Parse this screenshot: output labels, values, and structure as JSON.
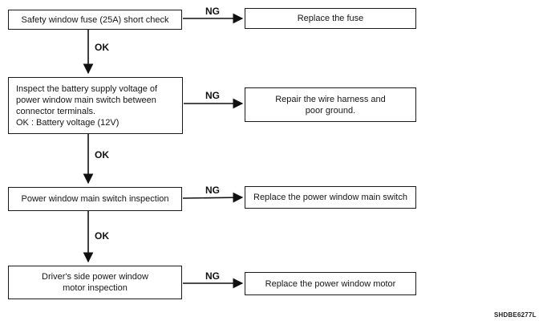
{
  "diagram": {
    "figure_code": "SHDBE6277L",
    "rows": [
      {
        "check": "Safety window fuse (25A) short check",
        "ng": "NG",
        "action": "Replace the fuse",
        "ok": "OK"
      },
      {
        "check": "Inspect the battery supply voltage of power window main switch between connector terminals.\nOK : Battery voltage (12V)",
        "ng": "NG",
        "action": "Repair the wire harness and\npoor ground.",
        "ok": "OK"
      },
      {
        "check": "Power window main switch inspection",
        "ng": "NG",
        "action": "Replace the power window main switch",
        "ok": "OK"
      },
      {
        "check": "Driver's side power window\nmotor  inspection",
        "ng": "NG",
        "action": "Replace the power window motor"
      }
    ]
  }
}
